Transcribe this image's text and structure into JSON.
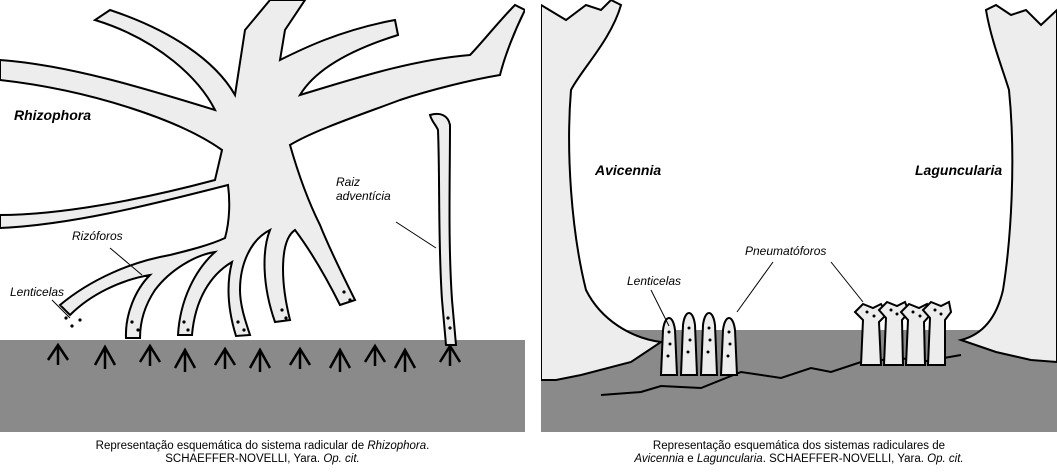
{
  "left": {
    "title": "Rhizophora",
    "labels": {
      "rizoforos": "Rizóforos",
      "lenticelas": "Lenticelas",
      "raiz_line1": "Raiz",
      "raiz_line2": "adventícia"
    },
    "caption": {
      "line1_prefix": "Representação esquemática do sistema radicular de ",
      "line1_italic": "Rhizophora",
      "line1_suffix": ".",
      "line2_prefix": "SCHAEFFER-NOVELLI, Yara. ",
      "line2_italic": "Op. cit."
    }
  },
  "right": {
    "labels": {
      "avicennia": "Avicennia",
      "laguncularia": "Laguncularia",
      "pneumatoforos": "Pneumatóforos",
      "lenticelas": "Lenticelas"
    },
    "caption": {
      "line1": "Representação esquemática dos sistemas radiculares de",
      "line2_italic1": "Avicennia",
      "line2_mid": " e ",
      "line2_italic2": "Laguncularia",
      "line2_prefix": ". SCHAEFFER-NOVELLI, Yara. ",
      "line2_italic3": "Op. cit."
    }
  },
  "colors": {
    "ground": "#8a8a8a",
    "plant": "#ededed",
    "outline": "#000000"
  }
}
